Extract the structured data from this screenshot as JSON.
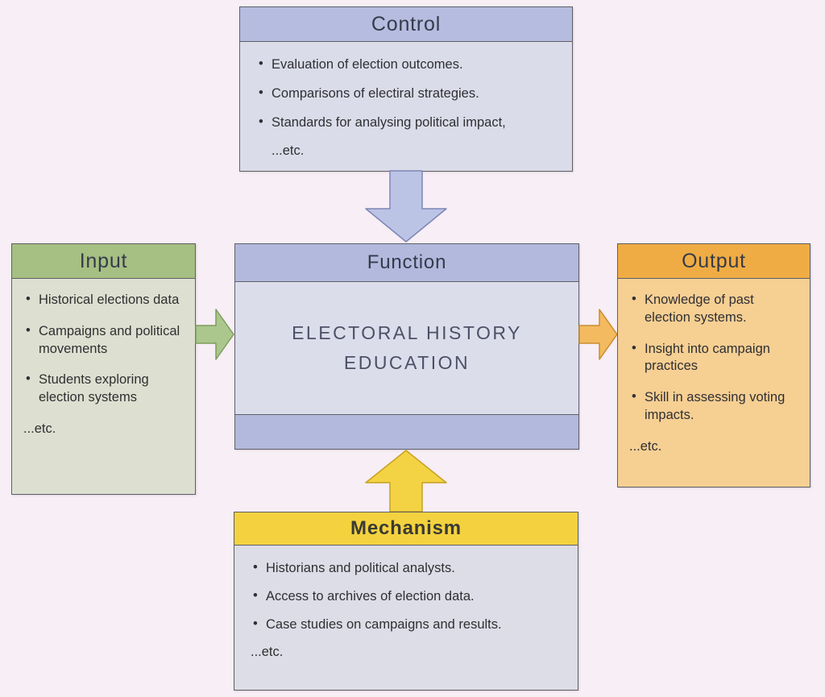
{
  "control": {
    "title": "Control",
    "items": [
      "Evaluation of election outcomes.",
      "Comparisons of electiral strategies.",
      "Standards for analysing political impact,"
    ],
    "etc": "...etc."
  },
  "input": {
    "title": "Input",
    "items": [
      "Historical elections data",
      "Campaigns and political movements",
      "Students exploring election systems"
    ],
    "etc": "...etc."
  },
  "function": {
    "title": "Function",
    "body_line1": "ELECTORAL HISTORY",
    "body_line2": "EDUCATION"
  },
  "output": {
    "title": "Output",
    "items": [
      "Knowledge of past election systems.",
      "Insight into campaign practices",
      "Skill in assessing voting impacts."
    ],
    "etc": "...etc."
  },
  "mechanism": {
    "title": "Mechanism",
    "items": [
      "Historians and political analysts.",
      "Access to archives of election data.",
      "Case studies on campaigns and results."
    ],
    "etc": "...etc."
  },
  "colors": {
    "page-bg": "#f7eef6",
    "control-header": "#b6bcdf",
    "control-body": "#dbdce9",
    "function-header": "#b2b9dd",
    "function-body": "#dcddeb",
    "input-header": "#a6bf82",
    "input-body": "#dde0d0",
    "output-header": "#f0ac44",
    "output-body": "#f6cf93",
    "mechanism-header": "#f4d23f",
    "mechanism-body": "#dcdde6",
    "arrow-blue": "#bcc4e6",
    "arrow-blue-stroke": "#7e86b5",
    "arrow-green": "#abc78e",
    "arrow-green-stroke": "#7d9d5c",
    "arrow-orange": "#f3ba60",
    "arrow-orange-stroke": "#c98d2e",
    "arrow-yellow": "#f3d344",
    "arrow-yellow-stroke": "#c7a11e",
    "border": "#5f5f66",
    "text": "#2f2f33",
    "heading-text": "#343b4a"
  }
}
